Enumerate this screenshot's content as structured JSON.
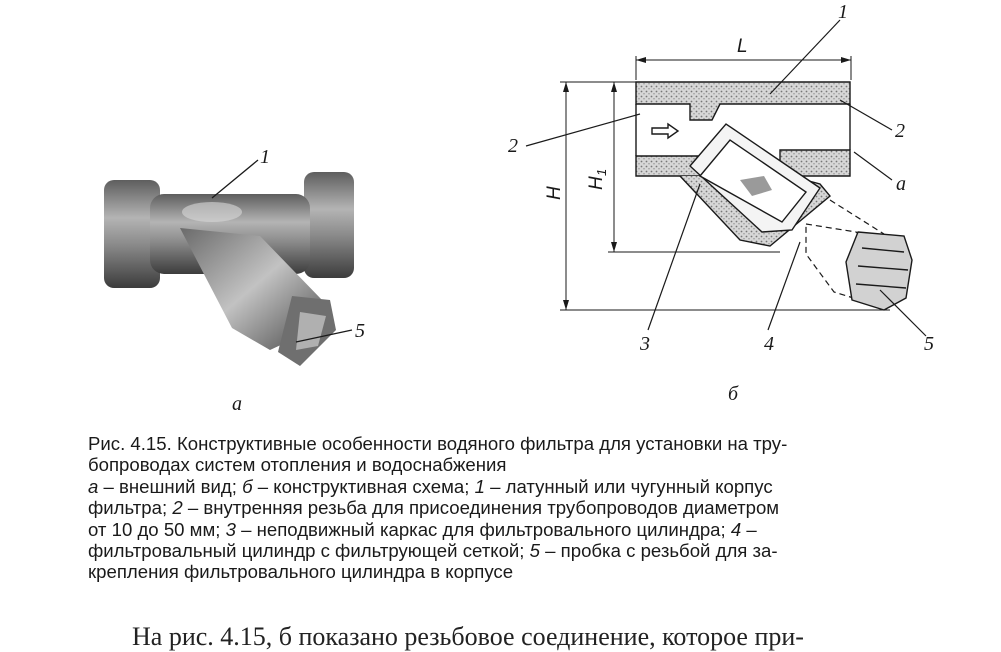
{
  "labels": {
    "a": "а",
    "b": "б",
    "n1": "1",
    "n2": "2",
    "n3": "3",
    "n4": "4",
    "n5": "5",
    "L": "L",
    "H": "H",
    "H1": "H",
    "H1_sub": "1"
  },
  "caption": {
    "line1": "Рис. 4.15. Конструктивные особенности водяного фильтра для установки на тру-",
    "line2": "бопроводах систем отопления и водоснабжения",
    "line3_a": "а",
    "line3_a_text": " – внешний вид; ",
    "line3_b": "б",
    "line3_b_text": " – конструктивная схема; ",
    "line3_1": "1",
    "line3_1_text": " – латунный или чугунный корпус",
    "line4_start": "фильтра; ",
    "line4_2": "2",
    "line4_2_text": " – внутренняя резьба для присоединения трубопроводов диаметром",
    "line5_start": "от 10 до 50 мм; ",
    "line5_3": "3",
    "line5_3_text": " – неподвижный каркас для фильтровального цилиндра; ",
    "line5_4": "4",
    "line5_4_text": " –",
    "line6_start": "фильтровальный цилиндр с фильтрующей сеткой; ",
    "line6_5": "5",
    "line6_5_text": " – пробка с резьбой для за-",
    "line7": "крепления фильтровального цилиндра в корпусе"
  },
  "body_fragment": "На рис. 4.15, б показано резьбовое соединение, которое при-"
}
